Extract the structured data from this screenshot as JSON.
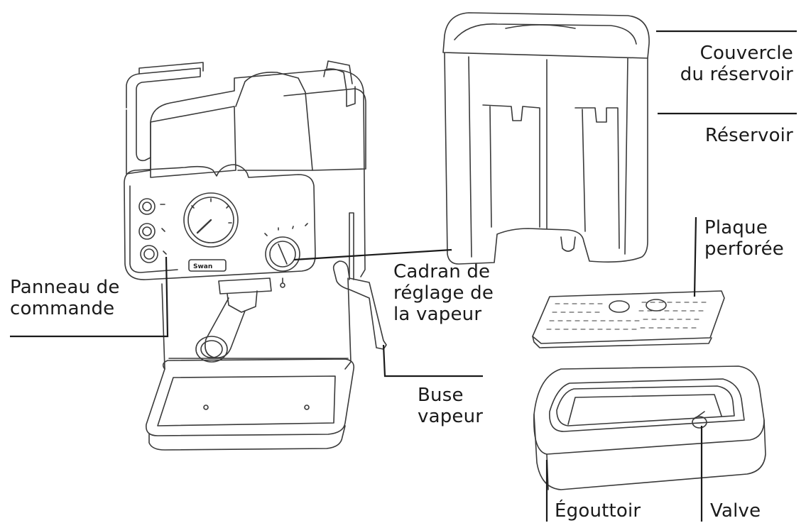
{
  "labels": {
    "couvercle": [
      "Couvercle",
      "du réservoir"
    ],
    "reservoir": [
      "Réservoir"
    ],
    "plaque": [
      "Plaque",
      "perforée"
    ],
    "cadran": [
      "Cadran de",
      "réglage de",
      "la vapeur"
    ],
    "panneau": [
      "Panneau de",
      "commande"
    ],
    "buse": [
      "Buse",
      "vapeur"
    ],
    "egouttoir": [
      "Égouttoir"
    ],
    "valve": [
      "Valve"
    ]
  },
  "brand": "Swan",
  "colors": {
    "line": "#1a1a1a",
    "drawing": "#3a3a3a",
    "background": "#ffffff"
  }
}
